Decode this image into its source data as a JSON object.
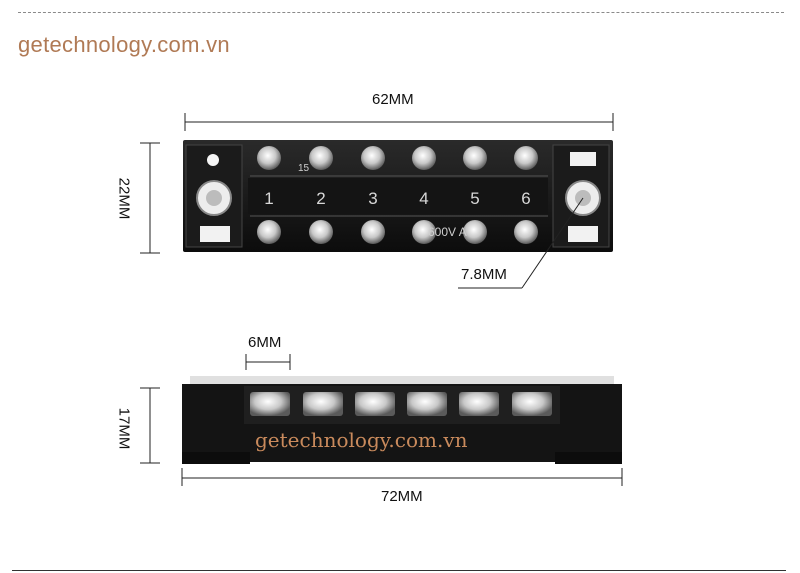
{
  "brand": "getechnology.com.vn",
  "watermark": "getechnology.com.vn",
  "dimensions": {
    "top_width": "62MM",
    "top_height": "22MM",
    "screw_diameter": "7.8MM",
    "terminal_pitch": "6MM",
    "side_height": "17MM",
    "side_length": "72MM"
  },
  "terminal_numbers": [
    "1",
    "2",
    "3",
    "4",
    "5",
    "6"
  ],
  "part_marking": "15",
  "rating_marking": "600V  A"
}
